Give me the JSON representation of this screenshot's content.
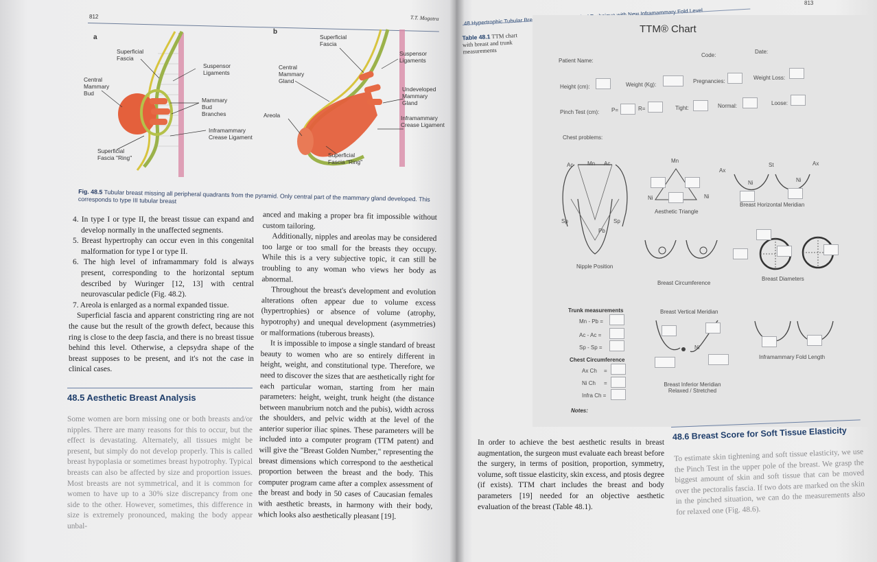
{
  "left_page": {
    "page_number": "812",
    "running_head": "T.T. Mogatra",
    "figure": {
      "panel_a": "a",
      "panel_b": "b",
      "labels_a": {
        "superficial_fascia": "Superficial Fascia",
        "suspensor_ligaments": "Suspensor Ligaments",
        "central_mammary_bud": "Central Mammary Bud",
        "mammary_bud_branches": "Mammary Bud Branches",
        "inframammary_crease_ligament": "Inframammary Crease Ligament",
        "superficial_fascia_ring": "Superficial Fascia \"Ring\""
      },
      "labels_b": {
        "superficial_fascia": "Superficial Fascia",
        "suspensor_ligaments": "Suspensor Ligaments",
        "central_mammary_gland": "Central Mammary Gland",
        "undeveloped_mammary_gland": "Undeveloped Mammary Gland",
        "areola": "Areola",
        "inframammary_crease_ligament": "Inframammary Crease Ligament",
        "superficial_fascia_ring": "Superficial Fascia \"Ring\""
      },
      "caption_label": "Fig. 48.5",
      "caption_text": "Tubular breast missing all peripheral quadrants from the pyramid. Only central part of the mammary gland developed. This corresponds to type III tubular breast"
    },
    "list_items": [
      "4. In type I or type II, the breast tissue can expand and develop normally in the unaffected segments.",
      "5. Breast hypertrophy can occur even in this congenital malformation for type I or type II.",
      "6. The high level of inframammary fold is always present, corresponding to the horizontal septum described by Wuringer [12, 13] with central neurovascular pedicle (Fig. 48.2).",
      "7. Areola is enlarged as a normal expanded tissue."
    ],
    "para_col1": "Superficial fascia and apparent constricting ring are not the cause but the result of the growth defect, because this ring is close to the deep fascia, and there is no breast tissue behind this level. Otherwise, a clepsydra shape of the breast supposes to be present, and it's not the case in clinical cases.",
    "section_heading": "48.5  Aesthetic Breast Analysis",
    "section_para": "Some women are born missing one or both breasts and/or nipples. There are many reasons for this to occur, but the effect is devastating. Alternately, all tissues might be present, but simply do not develop properly. This is called breast hypoplasia or sometimes breast hypotrophy. Typical breasts can also be affected by size and proportion issues. Most breasts are not symmetrical, and it is common for women to have up to a 30% size discrepancy from one side to the other. However, sometimes, this difference in size is extremely pronounced, making the body appear unbal-",
    "col2_p1": "anced and making a proper bra fit impossible without custom tailoring.",
    "col2_p2": "Additionally, nipples and areolas may be considered too large or too small for the breasts they occupy. While this is a very subjective topic, it can still be troubling to any woman who views her body as abnormal.",
    "col2_p3": "Throughout the breast's development and evolution alterations often appear due to volume excess (hypertrophies) or absence of volume (atrophy, hypotrophy) and unequal development (asymmetries) or malformations (tuberous breasts).",
    "col2_p4": "It is impossible to impose a single standard of breast beauty to women who are so entirely different in height, weight, and constitutional type. Therefore, we need to discover the sizes that are aesthetically right for each particular woman, starting from her main parameters: height, weight, trunk height (the distance between manubrium notch and the pubis), width across the shoulders, and pelvic width at the level of the anterior superior iliac spines. These parameters will be included into a computer program (TTM patent) and will give the \"Breast Golden Number,\" representing the breast dimensions which correspond to the aesthetical proportion between the breast and the body. This computer program came after a complex assessment of the breast and body in 50 cases of Caucasian females with aesthetic breasts, in harmony with their body, which looks also aesthetically pleasant [19]."
  },
  "right_page": {
    "page_number": "813",
    "running_head": "48  Hypertrophic Tubular Breast Reduction: Surgical Technique with New Inframammary Fold Level",
    "table_label": "Table 48.1",
    "table_caption": "TTM chart with breast and trunk measurements",
    "chart_title": "TTM® Chart",
    "form": {
      "patient_name": "Patient Name:",
      "code": "Code:",
      "date": "Date:",
      "height": "Height (cm):",
      "weight": "Weight (Kg):",
      "pregnancies": "Pregnancies:",
      "weight_loss": "Weight Loss:",
      "pinch_test": "Pinch Test (cm):",
      "p": "P=",
      "r": "R=",
      "tight": "Tight:",
      "normal": "Normal:",
      "loose": "Loose:",
      "chest_problems": "Chest problems:"
    },
    "diagram_labels": {
      "ac_left": "Ac",
      "mn": "Mn",
      "ac_right": "Ac",
      "sp_left": "Sp",
      "sp_right": "Sp",
      "pb": "Pb",
      "nipple_position": "Nipple Position",
      "tri_mn": "Mn",
      "tri_ni_left": "Ni",
      "tri_ni_right": "Ni",
      "aesthetic_triangle": "Aesthetic Triangle",
      "ax_left": "Ax",
      "st": "St",
      "ax_right": "Ax",
      "ni_a": "Ni",
      "ni_b": "Ni",
      "breast_horizontal_meridian": "Breast Horizontal Meridian",
      "breast_circumference": "Breast Circumference",
      "breast_diameters": "Breast Diameters",
      "breast_vertical_meridian": "Breast Vertical Meridian",
      "ni_vert": "Ni",
      "breast_inferior_meridian": "Breast Inferior Meridian Relaxed / Stretched",
      "inframammary_fold_length": "Inframammary Fold Length"
    },
    "trunk": {
      "heading": "Trunk measurements",
      "mn_pb": "Mn - Pb =",
      "ac_ac": "Ac - Ac =",
      "sp_sp": "Sp - Sp =",
      "chest_heading": "Chest Circumference",
      "ax_ch": "Ax Ch",
      "ni_ch": "Ni Ch",
      "infra_ch": "Infra Ch =",
      "eq": "=",
      "notes": "Notes:"
    },
    "body_para": "In order to achieve the best aesthetic results in breast augmentation, the surgeon must evaluate each breast before the surgery, in terms of position, proportion, symmetry, volume, soft tissue elasticity, skin excess, and ptosis degree (if exists). TTM chart includes the breast and body parameters [19] needed for an objective aesthetic evaluation of the breast (Table 48.1).",
    "section_heading": "48.6  Breast Score for Soft Tissue Elasticity",
    "section_para": "To estimate skin tightening and soft tissue elasticity, we use the Pinch Test in the upper pole of the breast. We grasp the biggest amount of skin and soft tissue that can be moved over the pectoralis fascia. If two dots are marked on the skin in the pinched situation, we can do the measurements also for relaxed one (Fig. 48.6)."
  }
}
